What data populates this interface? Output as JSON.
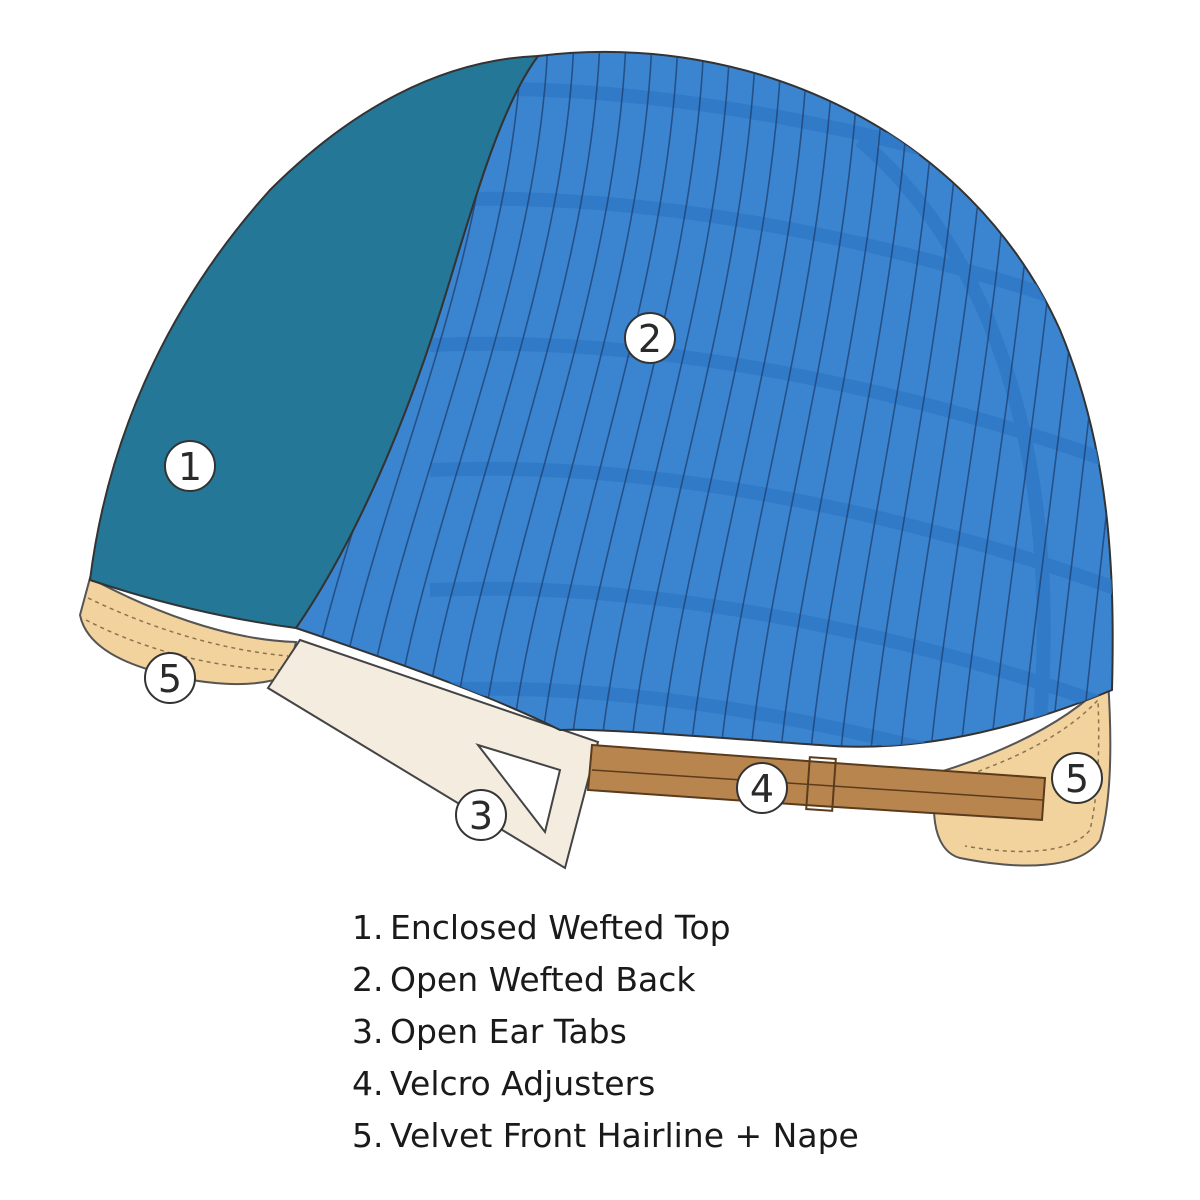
{
  "colors": {
    "enclosed_top": "#247797",
    "open_back": "#3b85d0",
    "weft_line": "#2f78c6",
    "velvet": "#f2d29d",
    "ear_tab": "#f4eddf",
    "velcro": "#b8854f",
    "outline": "#333333"
  },
  "callouts": [
    {
      "id": "1",
      "label": "1"
    },
    {
      "id": "2",
      "label": "2"
    },
    {
      "id": "3",
      "label": "3"
    },
    {
      "id": "4",
      "label": "4"
    },
    {
      "id": "5a",
      "label": "5"
    },
    {
      "id": "5b",
      "label": "5"
    }
  ],
  "legend": [
    {
      "num": "1.",
      "text": "Enclosed Wefted Top"
    },
    {
      "num": "2.",
      "text": "Open Wefted Back"
    },
    {
      "num": "3.",
      "text": "Open Ear Tabs"
    },
    {
      "num": "4.",
      "text": "Velcro Adjusters"
    },
    {
      "num": "5.",
      "text": "Velvet Front Hairline + Nape"
    }
  ]
}
